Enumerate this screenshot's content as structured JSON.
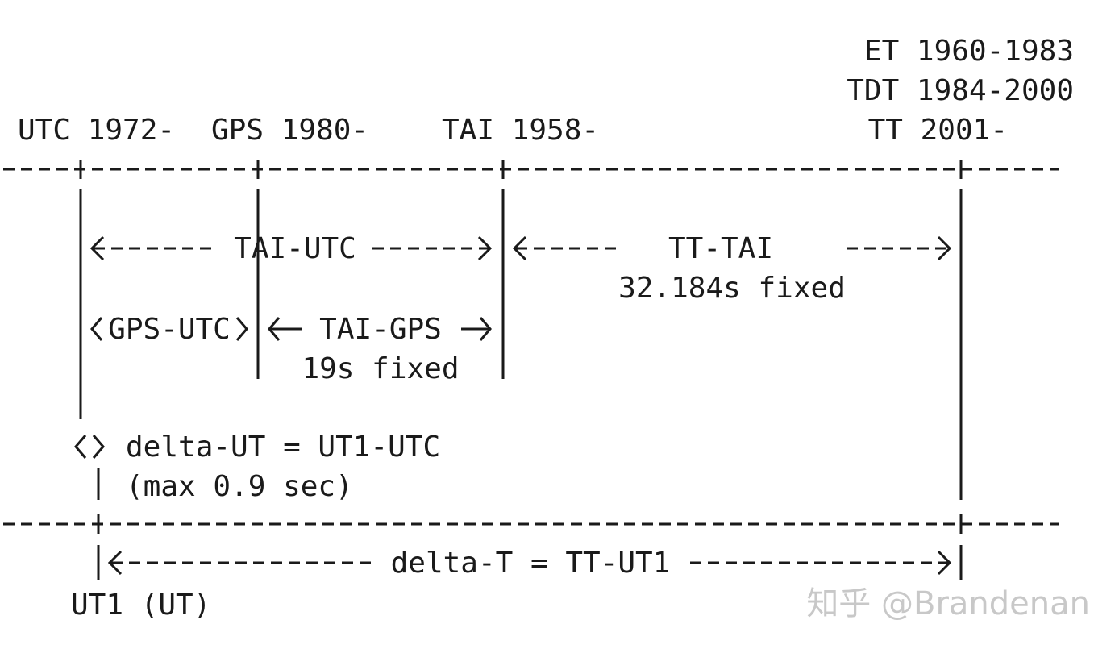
{
  "scale_labels": {
    "et": "ET 1960-1983",
    "tdt": "TDT 1984-2000",
    "tt": "TT 2001-",
    "utc": "UTC 1972-",
    "gps": "GPS 1980-",
    "tai": "TAI 1958-",
    "ut1": "UT1 (UT)"
  },
  "intervals": {
    "tai_utc": "TAI-UTC",
    "tt_tai": "TT-TAI",
    "tt_tai_note": "32.184s fixed",
    "gps_utc": "GPS-UTC",
    "tai_gps": "TAI-GPS",
    "tai_gps_note": "19s fixed",
    "delta_ut": "delta-UT = UT1-UTC",
    "delta_ut_note": "(max 0.9 sec)",
    "delta_t": "delta-T = TT-UT1"
  },
  "watermark": "知乎 @Brandenan"
}
